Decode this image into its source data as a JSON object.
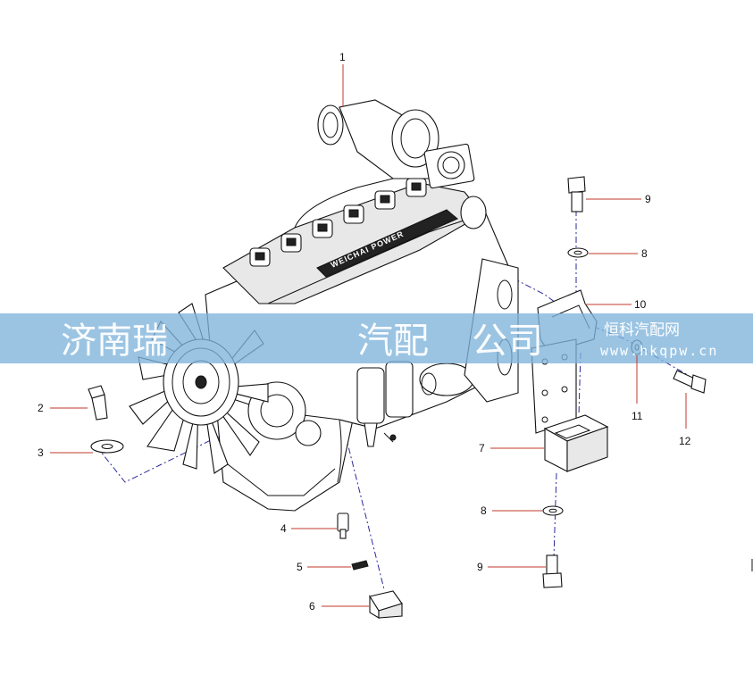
{
  "watermark": {
    "company_left": "济南瑞",
    "company_mid": "汽配",
    "company_right": "公司",
    "brand": "恒科汽配网",
    "url": "www.hkqpw.cn",
    "band_color": "#7fb4db"
  },
  "engine_label": "WEICHAI POWER",
  "callouts": [
    {
      "id": "1",
      "label": "1"
    },
    {
      "id": "2",
      "label": "2"
    },
    {
      "id": "3",
      "label": "3"
    },
    {
      "id": "4",
      "label": "4"
    },
    {
      "id": "5",
      "label": "5"
    },
    {
      "id": "6",
      "label": "6"
    },
    {
      "id": "7",
      "label": "7"
    },
    {
      "id": "8a",
      "label": "8"
    },
    {
      "id": "8b",
      "label": "8"
    },
    {
      "id": "9a",
      "label": "9"
    },
    {
      "id": "9b",
      "label": "9"
    },
    {
      "id": "10",
      "label": "10"
    },
    {
      "id": "11",
      "label": "11"
    },
    {
      "id": "12",
      "label": "12"
    }
  ]
}
